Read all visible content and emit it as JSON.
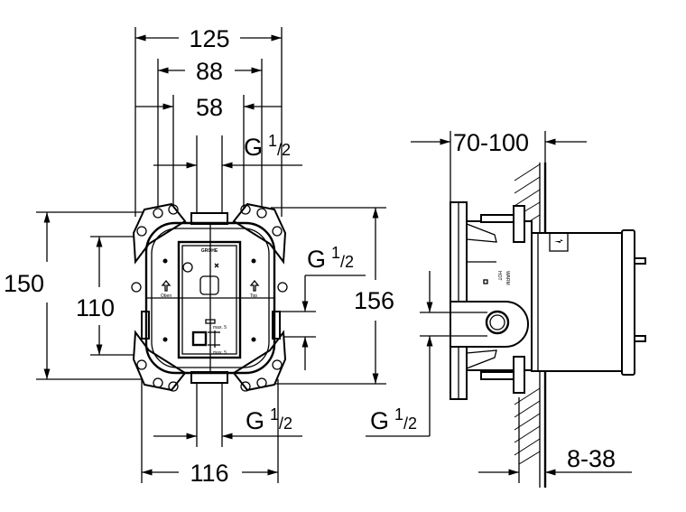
{
  "drawing": {
    "front_view": {
      "dim_overall_width": "125",
      "dim_mount_width": "88",
      "dim_inner_width": "58",
      "dim_height_outer": "150",
      "dim_height_inner": "110",
      "dim_height_total": "156",
      "dim_bottom_width": "116",
      "thread_top": {
        "g": "G",
        "num": "1",
        "den": "/2"
      },
      "thread_right": {
        "g": "G",
        "num": "1",
        "den": "/2"
      },
      "thread_bottom": {
        "g": "G",
        "num": "1",
        "den": "/2"
      },
      "logo": "GROHE",
      "label_left": "Oben",
      "label_right": "Top",
      "max_label_top": "max. 5",
      "max_label_bottom": "max. 5"
    },
    "side_view": {
      "dim_depth": "70-100",
      "dim_wall": "8-38",
      "thread": {
        "g": "G",
        "num": "1",
        "den": "/2"
      },
      "label_warm": "WARM",
      "label_hot": "HOT"
    }
  }
}
